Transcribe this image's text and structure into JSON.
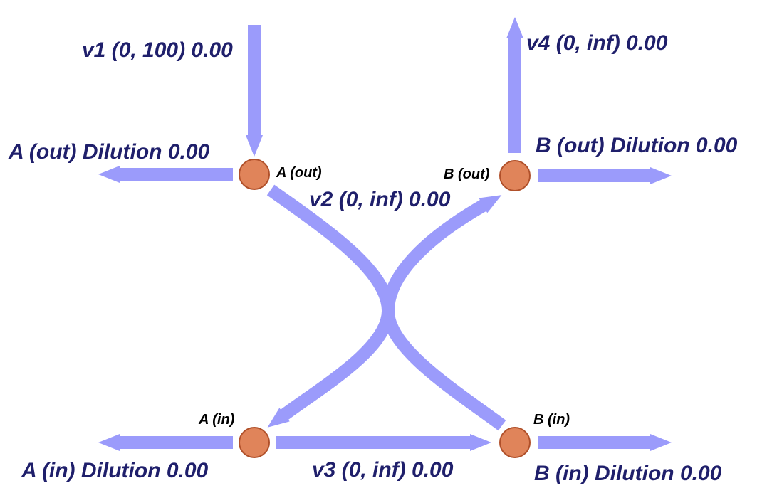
{
  "colors": {
    "arrow": "#9b9bfb",
    "node_fill": "#e0845a",
    "node_stroke": "#b0502a",
    "label_text": "#1f1f6b",
    "node_text": "#000000"
  },
  "nodes": {
    "a_out": {
      "label": "A (out)"
    },
    "b_out": {
      "label": "B (out)"
    },
    "a_in": {
      "label": "A (in)"
    },
    "b_in": {
      "label": "B (in)"
    }
  },
  "fluxes": {
    "v1": "v1 (0, 100) 0.00",
    "v2": "v2 (0, inf) 0.00",
    "v3": "v3 (0, inf) 0.00",
    "v4": "v4 (0, inf) 0.00",
    "a_out_dilution": "A (out) Dilution 0.00",
    "b_out_dilution": "B (out) Dilution 0.00",
    "a_in_dilution": "A (in) Dilution 0.00",
    "b_in_dilution": "B (in) Dilution 0.00"
  }
}
